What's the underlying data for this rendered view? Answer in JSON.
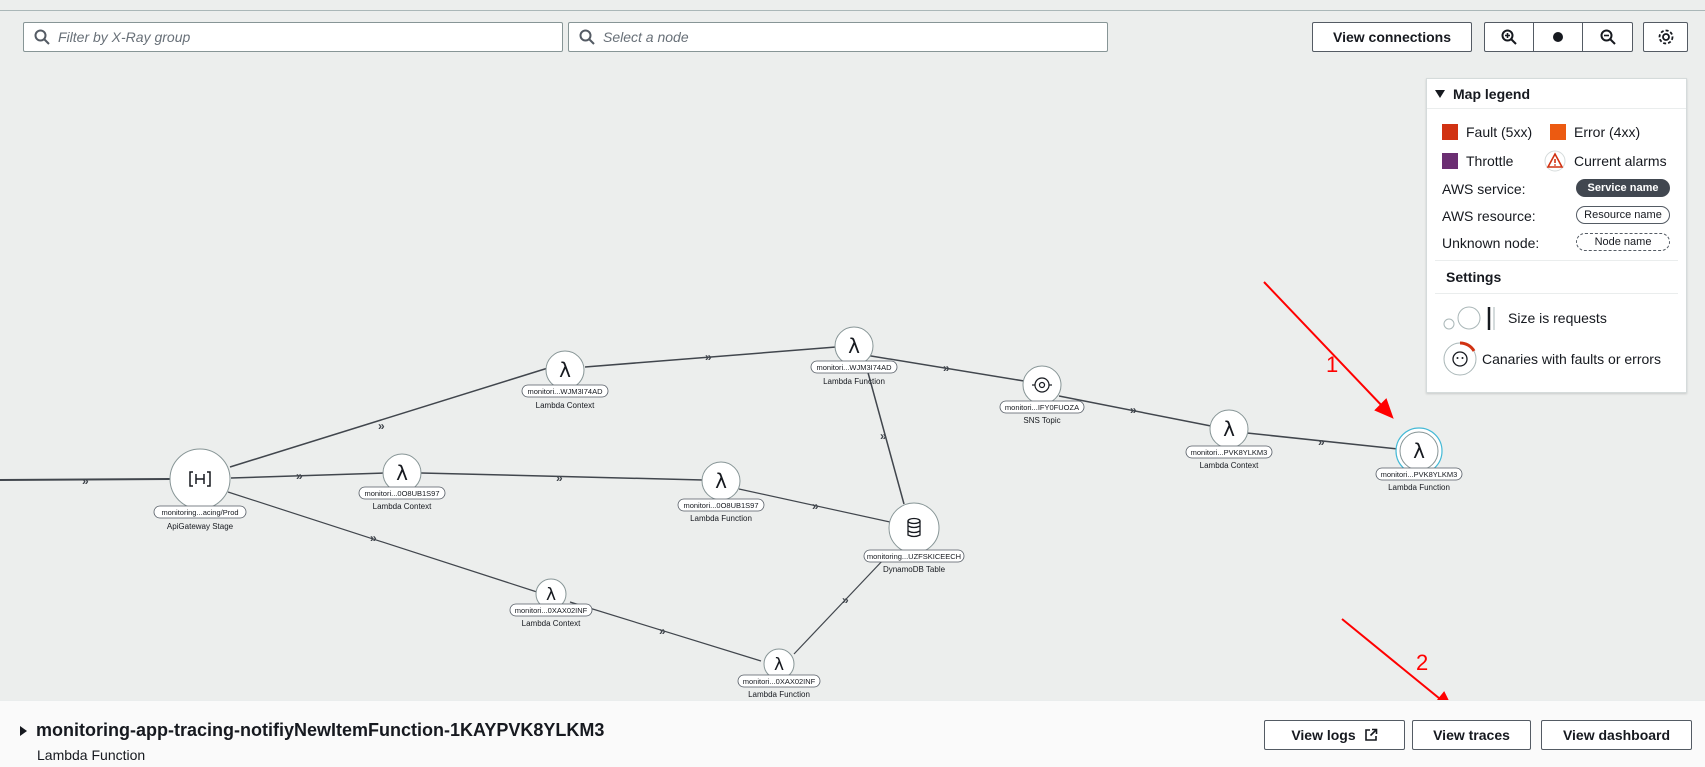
{
  "toolbar": {
    "group_filter_placeholder": "Filter by X-Ray group",
    "node_select_placeholder": "Select a node",
    "view_connections_label": "View connections"
  },
  "legend": {
    "title": "Map legend",
    "fault_label": "Fault (5xx)",
    "error_label": "Error (4xx)",
    "throttle_label": "Throttle",
    "alarms_label": "Current alarms",
    "aws_service_label": "AWS service:",
    "aws_service_pill": "Service name",
    "aws_resource_label": "AWS resource:",
    "aws_resource_pill": "Resource name",
    "unknown_node_label": "Unknown node:",
    "unknown_node_pill": "Node name",
    "settings_title": "Settings",
    "size_label": "Size is requests",
    "canaries_label": "Canaries with faults or errors",
    "colors": {
      "fault": "#d13212",
      "error": "#ec5a11",
      "throttle": "#6b2e72"
    }
  },
  "nodes": [
    {
      "id": "apigw",
      "label": "monitoring...acing/Prod",
      "type": "ApiGateway Stage",
      "icon": "api-gateway-icon"
    },
    {
      "id": "lc1",
      "label": "monitori...WJM3I74AD",
      "type": "Lambda Context",
      "icon": "lambda-icon"
    },
    {
      "id": "lf1",
      "label": "monitori...WJM3I74AD",
      "type": "Lambda Function",
      "icon": "lambda-icon"
    },
    {
      "id": "sns",
      "label": "monitori...IFY0FUOZA",
      "type": "SNS Topic",
      "icon": "sns-icon"
    },
    {
      "id": "lc2",
      "label": "monitori...PVK8YLKM3",
      "type": "Lambda Context",
      "icon": "lambda-icon"
    },
    {
      "id": "lf2",
      "label": "monitori...PVK8YLKM3",
      "type": "Lambda Function",
      "icon": "lambda-icon"
    },
    {
      "id": "lc3",
      "label": "monitori...0O8UB1S97",
      "type": "Lambda Context",
      "icon": "lambda-icon"
    },
    {
      "id": "lf3",
      "label": "monitori...0O8UB1S97",
      "type": "Lambda Function",
      "icon": "lambda-icon"
    },
    {
      "id": "ddb",
      "label": "monitoring...UZFSKICEECH",
      "type": "DynamoDB Table",
      "icon": "dynamodb-icon"
    },
    {
      "id": "lc4",
      "label": "monitori...0XAX02INF",
      "type": "Lambda Context",
      "icon": "lambda-icon"
    },
    {
      "id": "lf4",
      "label": "monitori...0XAX02INF",
      "type": "Lambda Function",
      "icon": "lambda-icon"
    }
  ],
  "annotations": {
    "one": "1",
    "two": "2"
  },
  "details": {
    "title": "monitoring-app-tracing-notifiyNewItemFunction-1KAYPVK8YLKM3",
    "subtitle": "Lambda Function",
    "view_logs_label": "View logs",
    "view_traces_label": "View traces",
    "view_dashboard_label": "View dashboard"
  }
}
